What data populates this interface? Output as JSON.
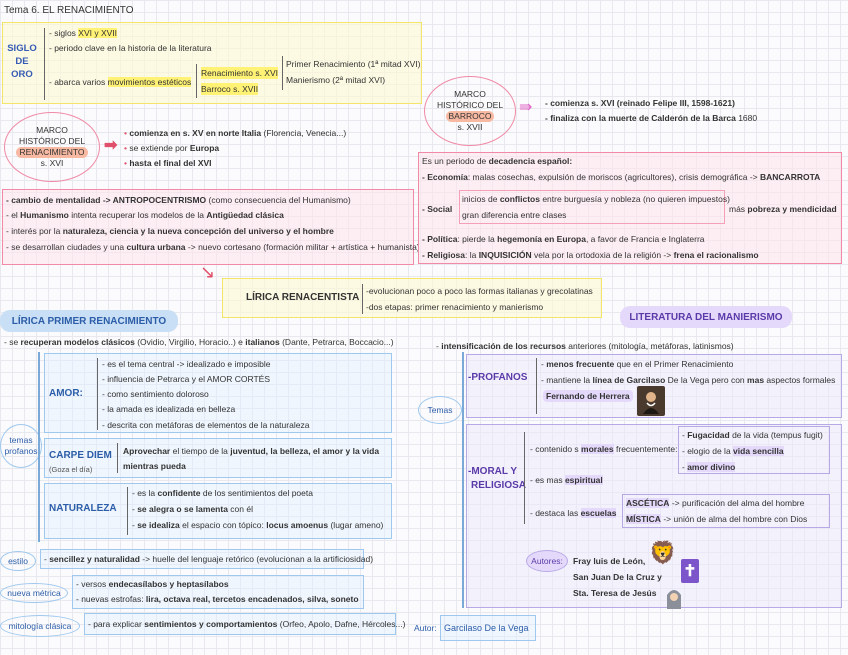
{
  "header": {
    "title": "Tema 6. EL RENACIMIENTO"
  },
  "siglo_oro": {
    "label": "SIGLO DE ORO",
    "l1": "- siglos ",
    "l1b": "XVI y XVII",
    "l2": "- periodo clave en la historia de la literatura",
    "l3": "- abarca varios ",
    "l3b": "movimientos estéticos",
    "m1": "Renacimiento s. XVI",
    "m2": "Barroco s. XVII",
    "b1": "Primer Renacimiento (1ª mitad XVI)",
    "b2": "Manierismo (2ª mitad XVI)"
  },
  "marco_ren": {
    "title": "MARCO HISTÓRICO DEL RENACIMIENTO s. XVI",
    "w1": "MARCO",
    "w2": "HISTÓRICO DEL",
    "w3": "RENACIMIENTO",
    "w4": "s. XVI",
    "p1a": "comienza en s. XV en norte Italia",
    "p1b": " (Florencia, Venecia...)",
    "p2a": "se extiende por ",
    "p2b": "Europa",
    "p3": "hasta el final del XVI"
  },
  "ren_box": {
    "r1a": "- cambio de mentalidad -> ",
    "r1b": "ANTROPOCENTRISMO",
    "r1c": " (como consecuencia del Humanismo)",
    "r2a": "- el ",
    "r2b": "Humanismo",
    "r2c": " intenta recuperar los modelos de la ",
    "r2d": "Antigüedad clásica",
    "r3a": "- interés por la ",
    "r3b": "naturaleza, ciencia y la nueva concepción del universo y el hombre",
    "r4a": "- se desarrollan ciudades y una ",
    "r4b": "cultura urbana",
    "r4c": " -> nuevo cortesano (formación militar + artística + humanista)"
  },
  "marco_bar": {
    "w1": "MARCO",
    "w2": "HISTÓRICO DEL",
    "w3": "BARROCO",
    "w4": "s. XVII",
    "p1a": "- comienza s. XVI (reinado Felipe III, 1598-1621)",
    "p2a": "- finaliza con la ",
    "p2b": "muerte de Calderón de la Barca",
    "p2c": " 1680"
  },
  "bar_box": {
    "intro_a": "Es un periodo de ",
    "intro_b": "decadencia español:",
    "eco_a": "- Economía",
    "eco_b": ": malas cosechas, expulsión de moriscos (agricultores), crisis demográfica -> ",
    "eco_c": "BANCARROTA",
    "soc_a": "- Social",
    "soc_b": "inicios de ",
    "soc_c": "conflictos",
    "soc_d": " entre burguesía y nobleza (no quieren impuestos)",
    "soc_e": "gran diferencia entre clases",
    "soc_f": "más ",
    "soc_g": "pobreza y mendicidad",
    "pol_a": "- Política",
    "pol_b": ": pierde la ",
    "pol_c": "hegemonía en Europa",
    "pol_d": ", a favor de Francia e Inglaterra",
    "rel_a": "- Religiosa",
    "rel_b": ": la ",
    "rel_c": "INQUISICIÓN",
    "rel_d": " vela por la ortodoxia de la religión -> ",
    "rel_e": "frena el racionalismo"
  },
  "lirica": {
    "title": "LÍRICA RENACENTISTA",
    "l1": "-evolucionan poco a poco las formas italianas y grecolatinas",
    "l2": "-dos etapas: primer renacimiento y manierismo"
  },
  "primer": {
    "title": "LÍRICA PRIMER RENACIMIENTO",
    "rec_a": "- se ",
    "rec_b": "recuperan modelos clásicos",
    "rec_c": " (Ovidio, Virgilio, Horacio..) e ",
    "rec_d": "italianos",
    "rec_e": " (Dante, Petrarca, Boccacio...)",
    "temas": "temas profanos",
    "temas1": "temas",
    "temas2": "profanos",
    "amor": "AMOR:",
    "a1": "- es el tema central -> idealizado e imposible",
    "a2": "- influencia de Petrarca y el AMOR CORTÉS",
    "a3": "- como sentimiento doloroso",
    "a4": "- la amada es idealizada en belleza",
    "a5": "- descrita con metáforas de elementos de la naturaleza",
    "carpe": "CARPE DIEM",
    "carpe_sub": "(Goza el día)",
    "c1a": "Aprovechar",
    "c1b": " el tiempo de la ",
    "c1c": "juventud, la belleza, el amor y la vida",
    "c2": "mientras pueda",
    "nat": "NATURALEZA",
    "n1a": "- es la ",
    "n1b": "confidente",
    "n1c": " de los sentimientos del poeta",
    "n2a": "- ",
    "n2b": "se alegra o se lamenta",
    "n2c": " con él",
    "n3a": "- ",
    "n3b": "se idealiza",
    "n3c": " el espacio con tópico: ",
    "n3d": "locus amoenus",
    "n3e": " (lugar ameno)",
    "estilo": "estilo",
    "est_a": "- ",
    "est_b": "sencillez y naturalidad",
    "est_c": " -> huelle del lenguaje retórico (evolucionan a la artificiosidad)",
    "metrica": "nueva métrica",
    "m1a": "- versos ",
    "m1b": "endecasílabos y heptasílabos",
    "m2a": "- nuevas estrofas: ",
    "m2b": "lira, octava real, tercetos encadenados, silva, soneto",
    "mito": "mitología clásica",
    "mi_a": "- para explicar ",
    "mi_b": "sentimientos y comportamientos",
    "mi_c": " (Orfeo, Apolo, Dafne, Hércoles...)",
    "autor": "Autor:",
    "autor_name": "Garcilaso De la Vega"
  },
  "manierismo": {
    "title": "LITERATURA DEL MANIERISMO",
    "int_a": "- ",
    "int_b": "intensificación de los recursos",
    "int_c": " anteriores (mitología, metáforas, latinismos)",
    "temas": "Temas",
    "profanos": "-PROFANOS",
    "p1a": "- ",
    "p1b": "menos frecuente",
    "p1c": " que en el Primer Renacimiento",
    "p2a": "- mantiene la ",
    "p2b": "línea de Garcilaso",
    "p2c": " De la Vega pero con ",
    "p2d": "mas",
    "p2e": " aspectos formales",
    "p3": "Fernando de Herrera",
    "moral": "-MORAL Y RELIGIOSA",
    "moral1": "-MORAL Y",
    "moral2": "RELIGIOSA",
    "mr1a": "- contenido s ",
    "mr1b": "morales",
    "mr1c": " frecuentemente:",
    "f1a": "- ",
    "f1b": "Fugacidad",
    "f1c": " de la vida (tempus fugit)",
    "f2a": "- elogio de la ",
    "f2b": "vida sencilla",
    "f3a": "- ",
    "f3b": "amor divino",
    "mr2a": "- es mas ",
    "mr2b": "espiritual",
    "mr3a": "- destaca las ",
    "mr3b": "escuelas",
    "asc": "ASCÉTICA",
    "asc_d": "-> purificación del alma del hombre",
    "mis": "MÍSTICA",
    "mis_d": "-> unión de alma del hombre con Dios",
    "autores": "Autores:",
    "au1": "Fray luis de León,",
    "au2": "San Juan De la Cruz y",
    "au3": "Sta. Teresa de Jesús"
  }
}
